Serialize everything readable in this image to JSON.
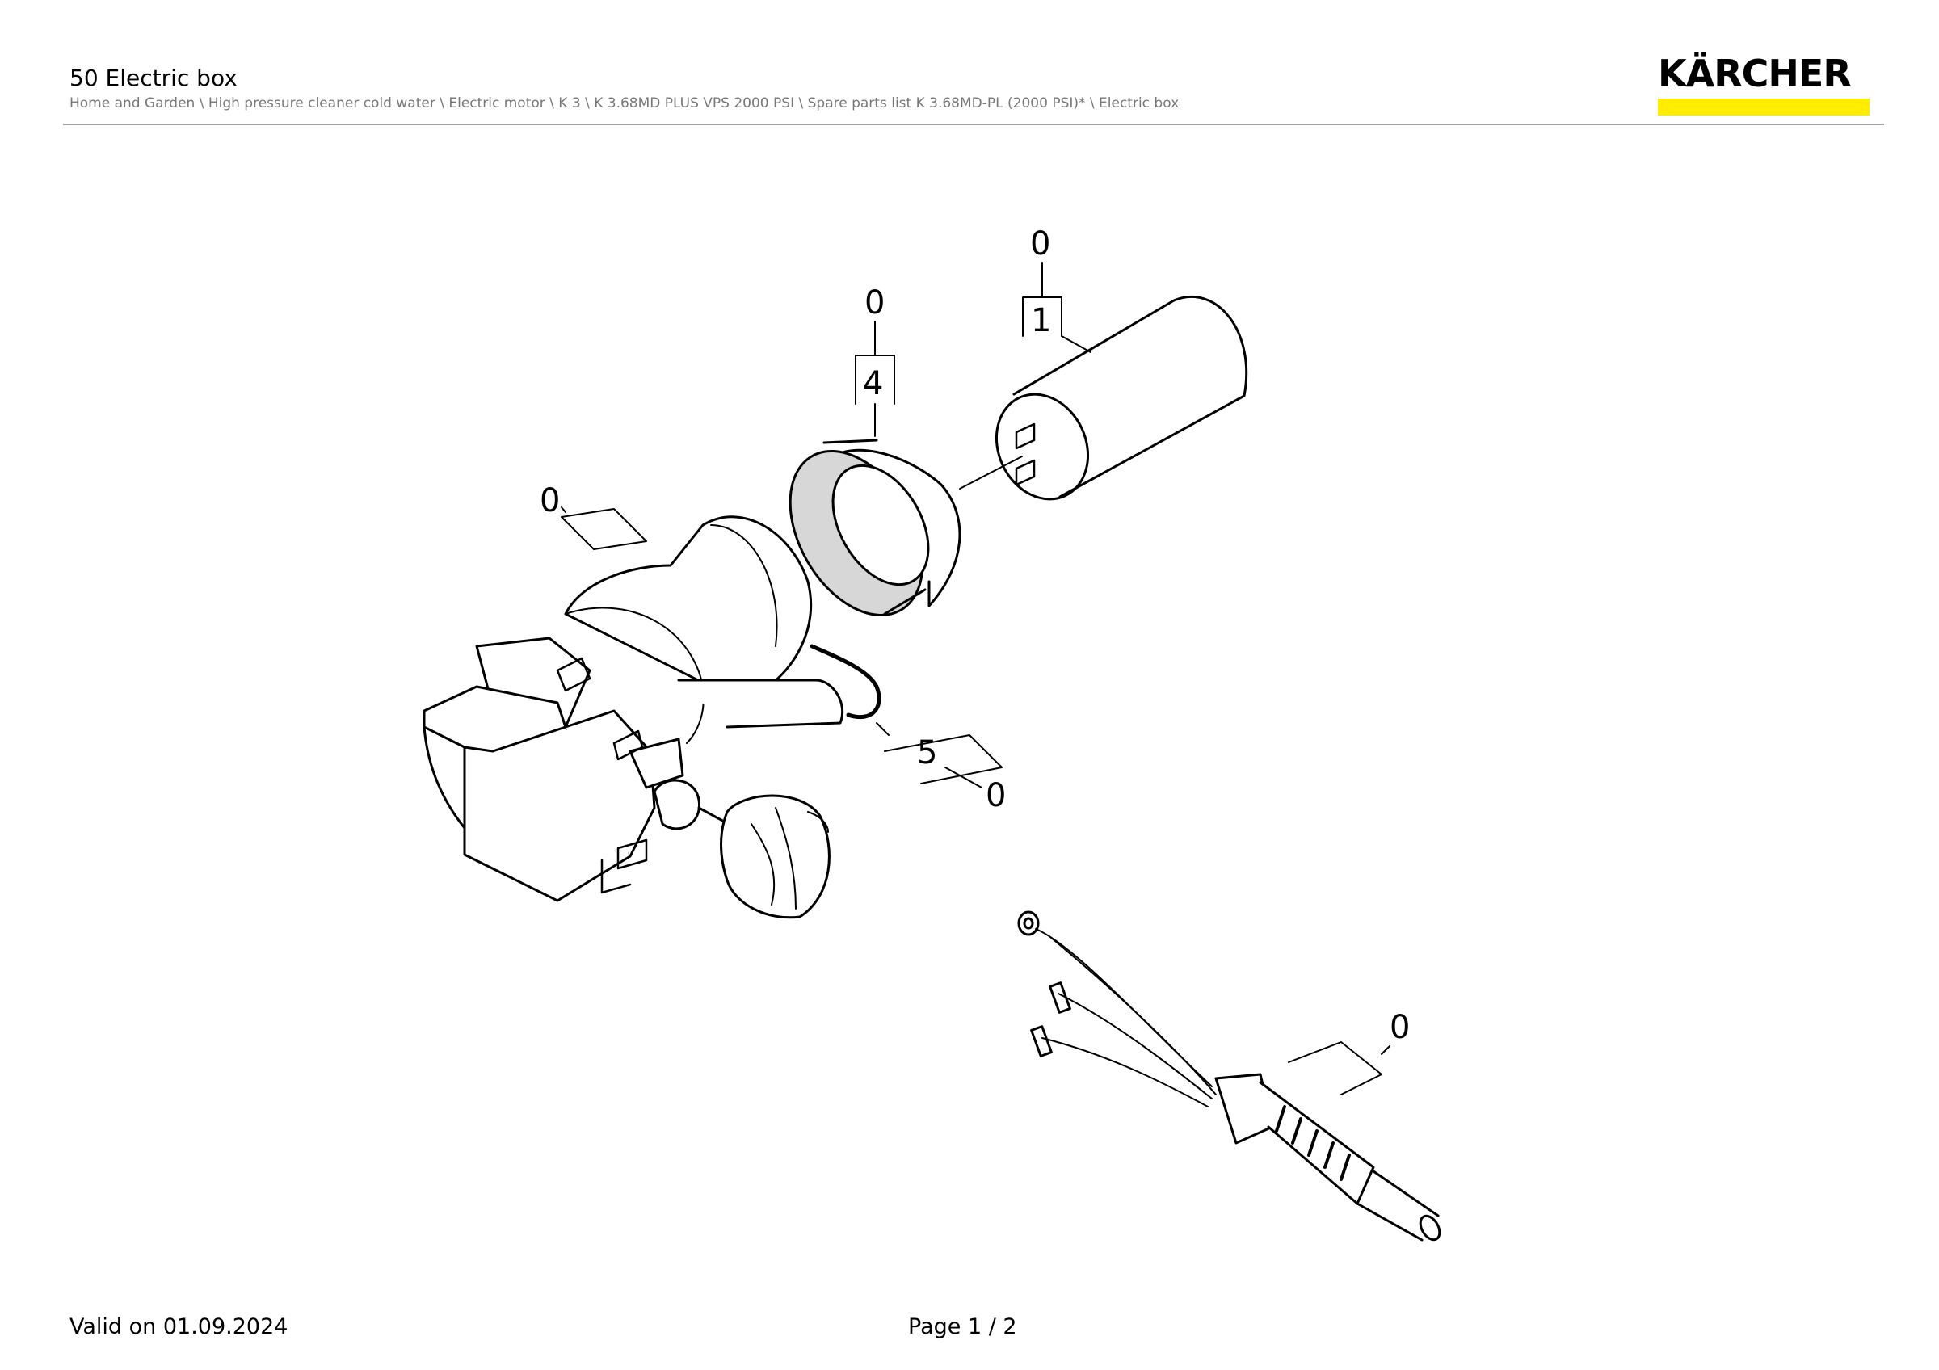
{
  "header": {
    "title": "50 Electric box",
    "breadcrumb": "Home and Garden \\ High pressure cleaner cold water \\ Electric motor \\ K 3 \\ K 3.68MD PLUS VPS 2000 PSI \\ Spare parts list K 3.68MD-PL (2000 PSI)* \\ Electric box"
  },
  "brand": {
    "name": "KÄRCHER",
    "accent": "#ffed00"
  },
  "diagram": {
    "callouts": {
      "capacitor_qty": "0",
      "capacitor_pos": "1",
      "clamp_qty": "0",
      "clamp_pos": "4",
      "motor_qty": "0",
      "seal_pos": "5",
      "seal_qty": "0",
      "cable_qty": "0"
    }
  },
  "footer": {
    "valid": "Valid on 01.09.2024",
    "page": "Page 1 / 2"
  }
}
